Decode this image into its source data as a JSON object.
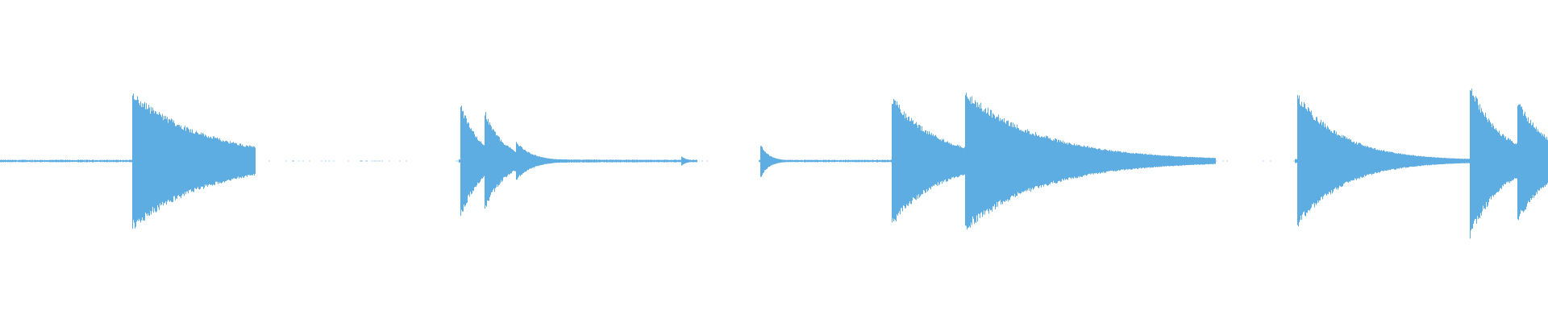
{
  "waveform": {
    "color": "#5dade2",
    "baseline_noise": 0.012,
    "segments": [
      {
        "start": 0.0,
        "end": 0.165
      },
      {
        "start": 0.296,
        "end": 0.45
      },
      {
        "start": 0.49,
        "end": 0.785
      },
      {
        "start": 0.836,
        "end": 1.0
      }
    ],
    "bursts": [
      {
        "t": 0.085,
        "peak": 0.87,
        "decay": 0.05
      },
      {
        "t": 0.297,
        "peak": 0.76,
        "decay": 0.012
      },
      {
        "t": 0.313,
        "peak": 0.64,
        "decay": 0.012
      },
      {
        "t": 0.333,
        "peak": 0.25,
        "decay": 0.01
      },
      {
        "t": 0.44,
        "peak": 0.06,
        "decay": 0.003
      },
      {
        "t": 0.491,
        "peak": 0.22,
        "decay": 0.005
      },
      {
        "t": 0.576,
        "peak": 0.82,
        "decay": 0.03
      },
      {
        "t": 0.623,
        "peak": 0.89,
        "decay": 0.05
      },
      {
        "t": 0.838,
        "peak": 0.84,
        "decay": 0.03
      },
      {
        "t": 0.916,
        "peak": 0.05,
        "decay": 0.004
      },
      {
        "t": 0.949,
        "peak": 1.0,
        "decay": 0.02
      },
      {
        "t": 0.98,
        "peak": 0.79,
        "decay": 0.02
      }
    ]
  }
}
